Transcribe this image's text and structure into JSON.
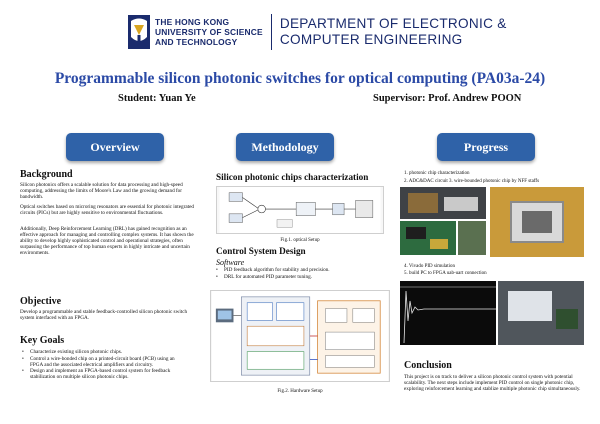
{
  "header": {
    "university_line1": "THE HONG KONG",
    "university_line2": "UNIVERSITY OF SCIENCE",
    "university_line3": "AND TECHNOLOGY",
    "department_line1": "DEPARTMENT OF ELECTRONIC &",
    "department_line2": "COMPUTER ENGINEERING"
  },
  "poster": {
    "title": "Programmable silicon photonic switches for optical computing (PA03a-24)",
    "student": "Student: Yuan Ye",
    "supervisor": "Supervisor: Prof. Andrew POON"
  },
  "sections": {
    "overview": "Overview",
    "methodology": "Methodology",
    "progress": "Progress"
  },
  "overview": {
    "background_title": "Background",
    "background_p1": "Silicon photonics offers a scalable solution for data processing and high-speed computing, addressing the limits of Moore's Law and the growing demand for bandwidth.",
    "background_p2": "Optical switches based on microring resonators are essential for photonic integrated circuits (PICs) but are highly sensitive to environmental fluctuations.",
    "background_p3": "Additionally, Deep Reinforcement Learning (DRL) has gained recognition as an effective approach for managing and controlling complex systems. It has shown the ability to develop highly sophisticated control and operational strategies, often surpassing the performance of top human experts in highly intricate and uncertain environments.",
    "objective_title": "Objective",
    "objective_text": "Develop a programmable and stable feedback-controlled silicon photonic switch system interfaced with an FPGA.",
    "goals_title": "Key Goals",
    "goals": [
      "Characterize existing silicon photonic chips.",
      "Control a wire-bonded chip on a printed-circuit board (PCB) using an FPGA and the associated electrical amplifiers and circuitry.",
      "Design and implement an FPGA-based control system for feedback stabilization on multiple silicon photonic chips."
    ]
  },
  "methodology": {
    "chars_title": "Silicon photonic chips characterization",
    "fig1_caption": "Fig.1. optical Setup",
    "control_title": "Control System Design",
    "software_label": "Software",
    "software_items": [
      "PID feedback algorithm for stability and precision.",
      "DRL for automated PID parameter tuning."
    ],
    "fig2_caption": "Fig.2. Hardware Setup"
  },
  "progress": {
    "item1": "1. photonic chip characterization",
    "item2": "2. ADC&DAC circuit  3. wire-bounded photonic chip by NFF staffs",
    "item4": "4. Vivado PID simulation",
    "item5": "5. build PC to FPGA uab-uart connection",
    "conclusion_title": "Conclusion",
    "conclusion_text": "This project is on track to deliver a silicon photonic control system with potential scalability. The next steps include implement PID control on single photonic chip, exploring reinforcement learning and stablize multiple photonic chip simultaneously."
  },
  "colors": {
    "brand_navy": "#1a2b6d",
    "title_blue": "#2b4aa6",
    "section_button": "#2f62a8"
  }
}
